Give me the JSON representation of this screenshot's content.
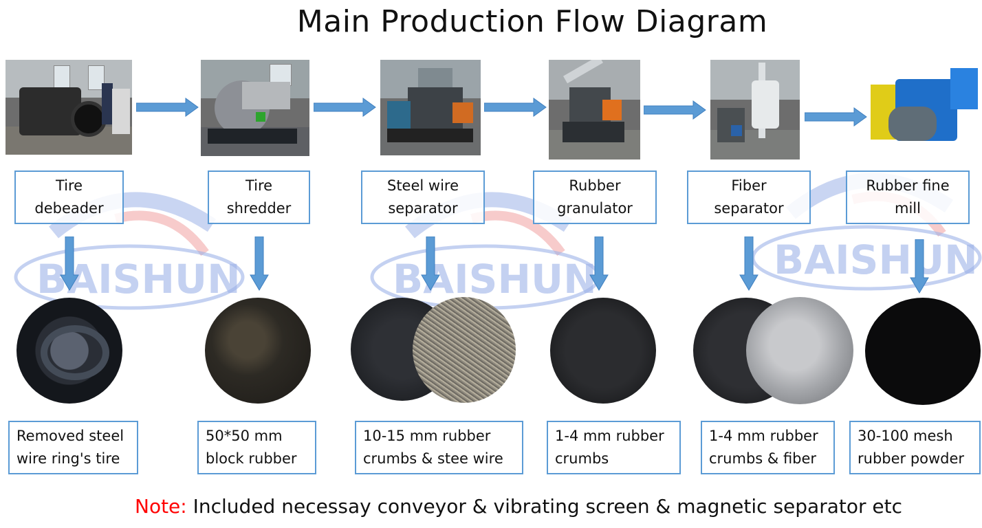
{
  "title": "Main Production Flow Diagram",
  "watermark": "BAISHUN",
  "stages": [
    {
      "machine_line1": "Tire",
      "machine_line2": "debeader",
      "output_line1": "Removed steel",
      "output_line2": "wire ring's tire"
    },
    {
      "machine_line1": "Tire",
      "machine_line2": "shredder",
      "output_line1": "50*50 mm",
      "output_line2": "block rubber"
    },
    {
      "machine_line1": "Steel wire",
      "machine_line2": "separator",
      "output_line1": "10-15 mm rubber",
      "output_line2": "crumbs & stee wire"
    },
    {
      "machine_line1": "Rubber",
      "machine_line2": "granulator",
      "output_line1": "1-4 mm rubber",
      "output_line2": "crumbs"
    },
    {
      "machine_line1": "Fiber",
      "machine_line2": "separator",
      "output_line1": "1-4 mm rubber",
      "output_line2": "crumbs & fiber"
    },
    {
      "machine_line1": "Rubber fine",
      "machine_line2": "mill",
      "output_line1": "30-100 mesh",
      "output_line2": "rubber powder"
    }
  ],
  "note": {
    "label": "Note:",
    "text": " Included necessay conveyor & vibrating screen & magnetic separator etc"
  },
  "colors": {
    "box_border": "#5b9bd5",
    "arrow": "#5b9bd5",
    "note_label": "#ff0000"
  }
}
